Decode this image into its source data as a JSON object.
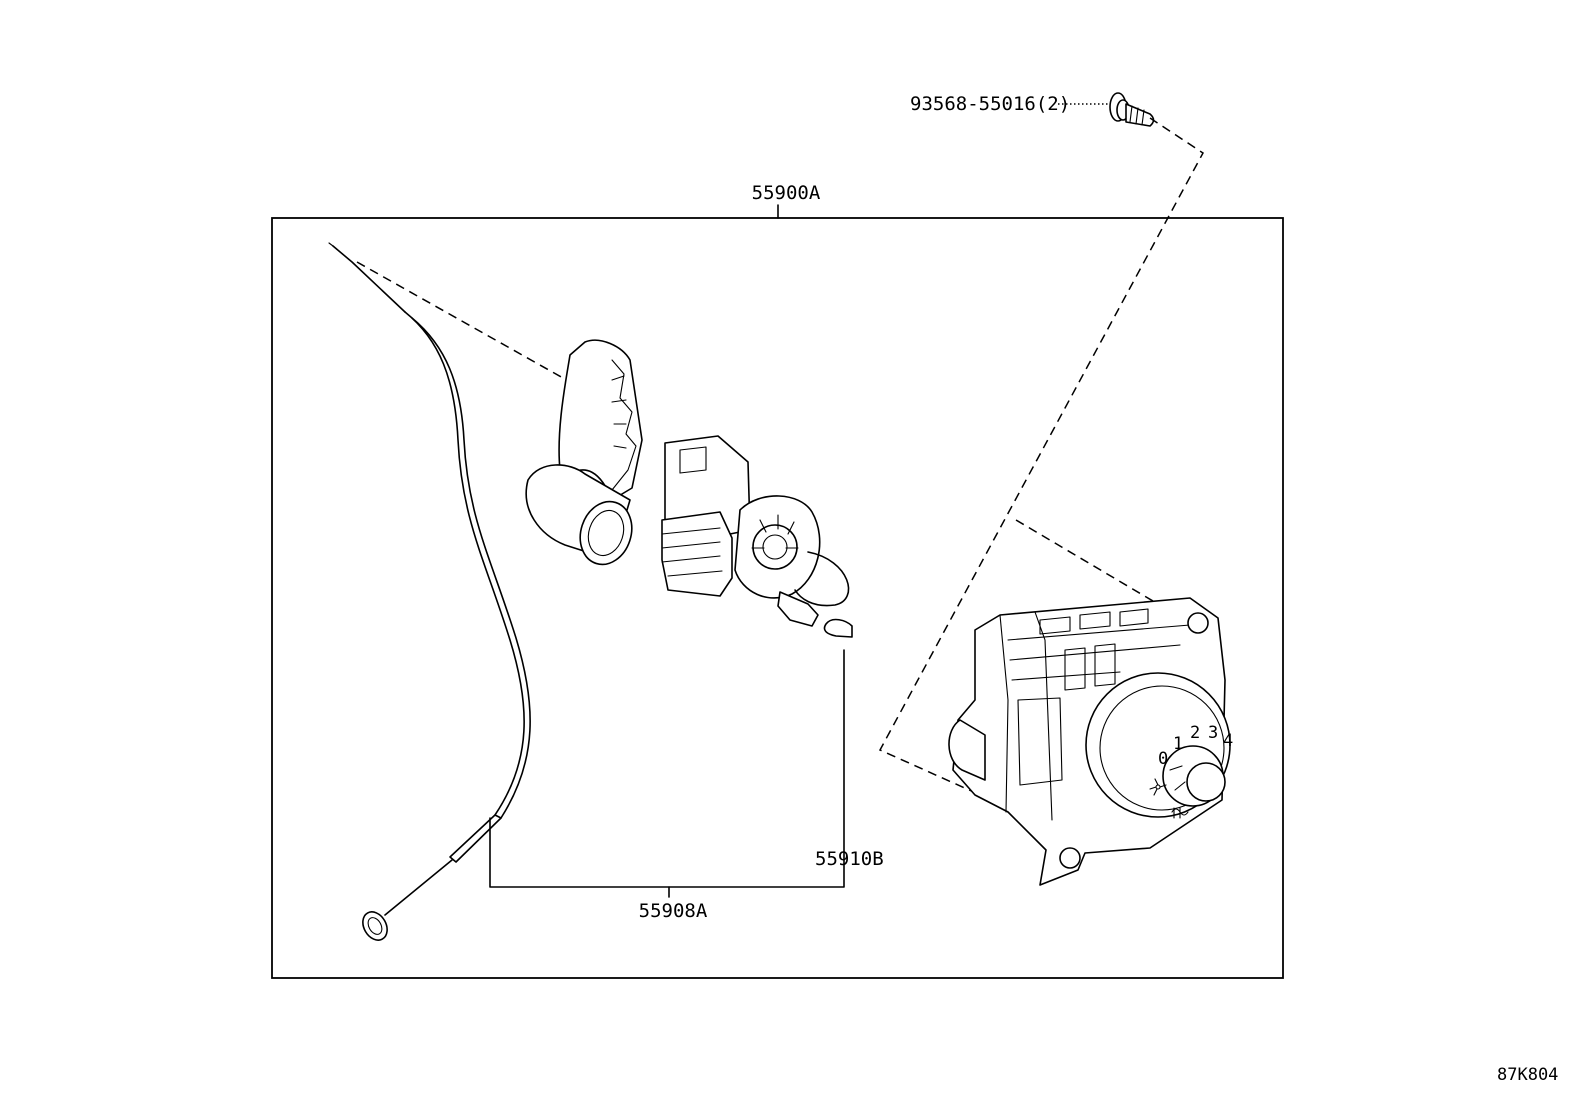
{
  "parts": {
    "assembly_label": "55900A",
    "screw_label": "93568-55016(2)",
    "cable_label": "55908A",
    "bulb_label": "55910B"
  },
  "switch_dial": {
    "speeds": [
      "0",
      "1",
      "2",
      "3",
      "4"
    ]
  },
  "diagram_code": "87K804"
}
